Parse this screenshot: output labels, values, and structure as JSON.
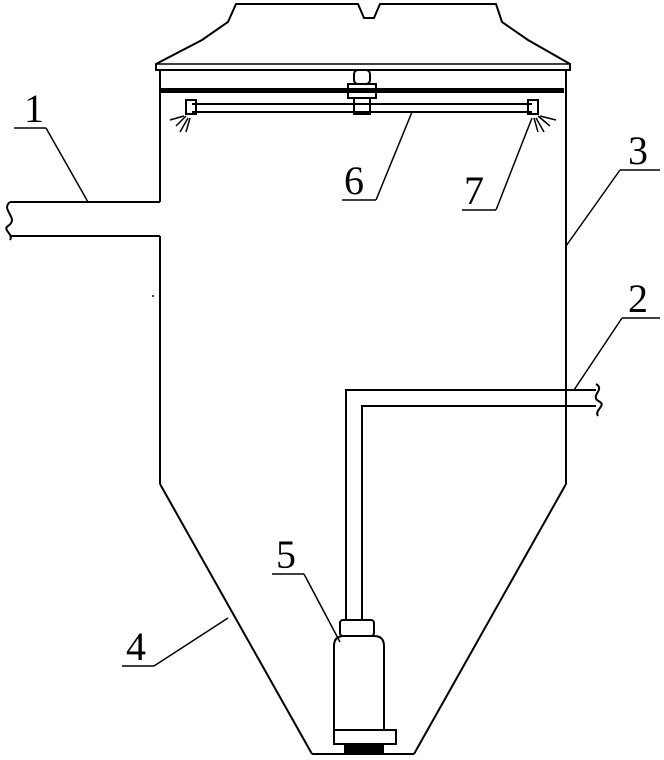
{
  "labels": {
    "inlet_pipe": "1",
    "outlet_pipe": "2",
    "tank_body": "3",
    "cone_bottom": "4",
    "pump": "5",
    "spray_pipe": "6",
    "nozzle": "7"
  }
}
